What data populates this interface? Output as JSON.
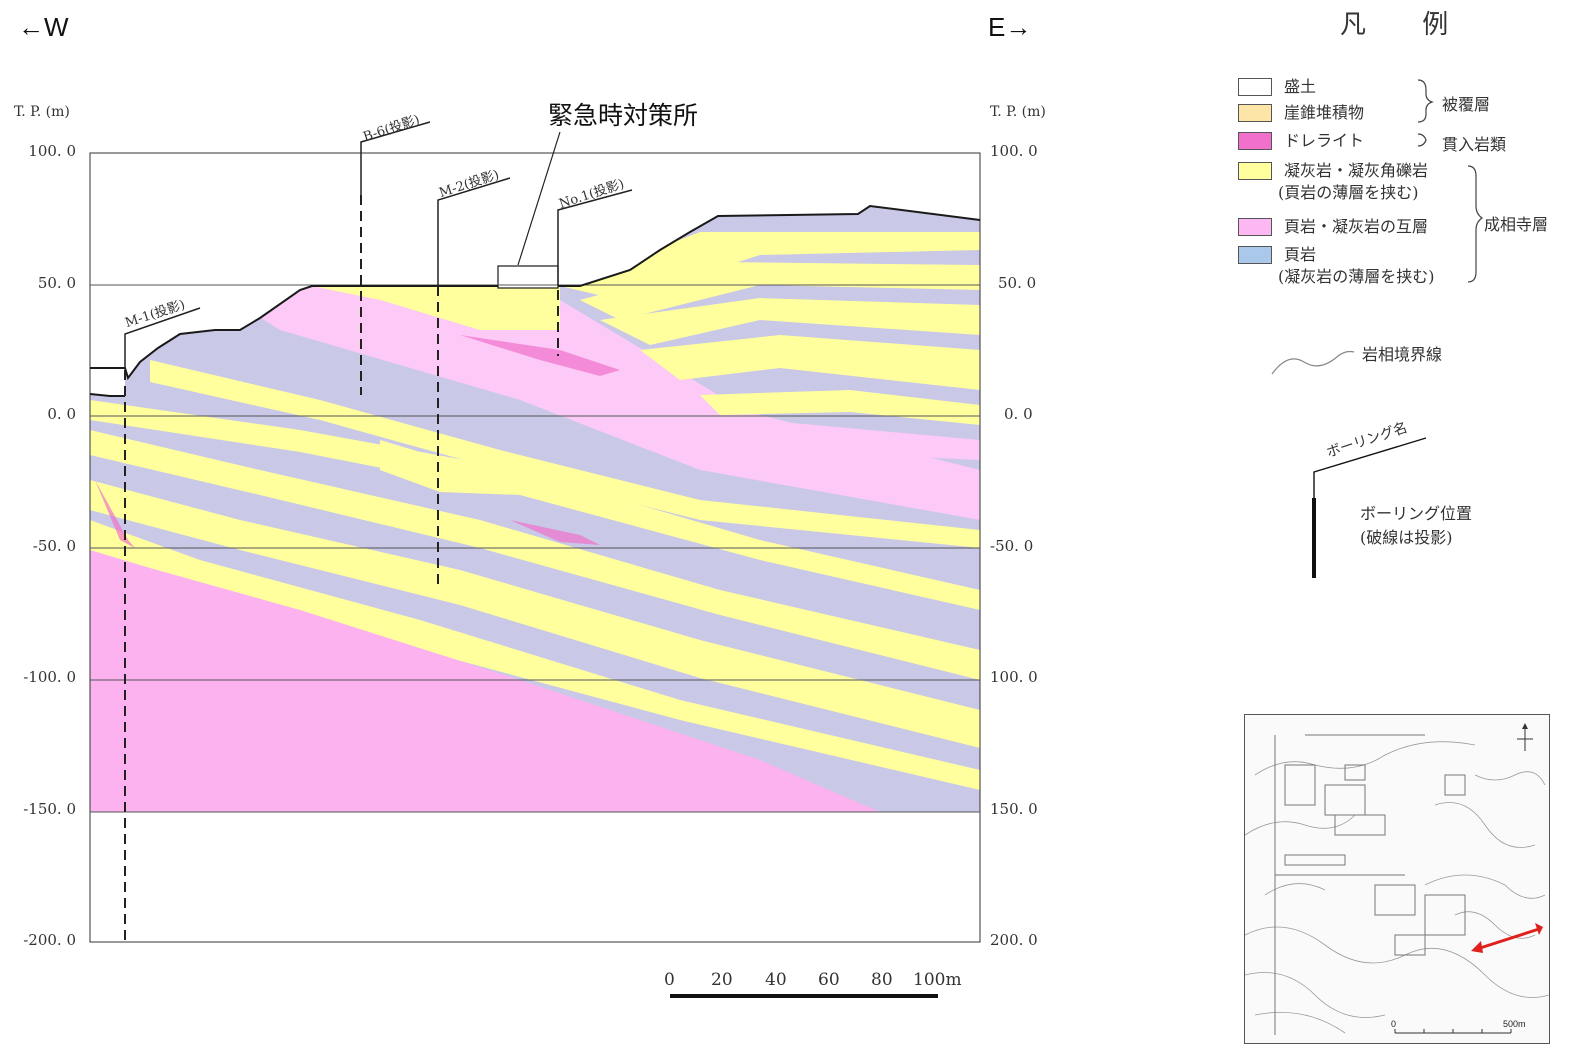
{
  "directions": {
    "west": "←W",
    "east": "E→"
  },
  "title": "緊急時対策所",
  "axis": {
    "left_title": "T. P. (m)",
    "right_title": "T. P. (m)",
    "left_ticks": [
      "100. 0",
      "50. 0",
      "0. 0",
      "-50. 0",
      "-100. 0",
      "-150. 0",
      "-200. 0"
    ],
    "right_ticks": [
      "100. 0",
      "50. 0",
      "0. 0",
      "-50. 0",
      "100. 0",
      "150. 0",
      "200. 0"
    ]
  },
  "boreholes": [
    {
      "name": "M-1(投影)"
    },
    {
      "name": "B-6(投影)"
    },
    {
      "name": "M-2(投影)"
    },
    {
      "name": "No.1(投影)"
    }
  ],
  "legend": {
    "title": "凡 例",
    "items": [
      {
        "label": "盛土",
        "color": "#ffffff"
      },
      {
        "label": "崖錐堆積物",
        "color": "#fde5a8"
      },
      {
        "label": "ドレライト",
        "color": "#f070cc"
      },
      {
        "label": "凝灰岩・凝灰角礫岩",
        "sub": "(頁岩の薄層を挟む)",
        "color": "#ffff9e"
      },
      {
        "label": "頁岩・凝灰岩の互層",
        "color": "#fdb7f2"
      },
      {
        "label": "頁岩",
        "sub": "(凝灰岩の薄層を挟む)",
        "color": "#a9c8ea"
      }
    ],
    "groups": {
      "cover": "被覆層",
      "intrusive": "貫入岩類",
      "formation": "成相寺層"
    },
    "boundary_label": "岩相境界線",
    "boring_name_label": "ボーリング名",
    "boring_position_label": "ボーリング位置",
    "boring_position_note": "(破線は投影)"
  },
  "scale_bar": {
    "ticks": [
      "0",
      "20",
      "40",
      "60",
      "80",
      "100m"
    ]
  },
  "inset_map": {
    "scale_start": "0",
    "scale_end": "500m"
  },
  "colors": {
    "tuff": "#ffff9e",
    "shale_band": "#c9c8e6",
    "shale_tuff_alt": "#fdc9f6",
    "deep_pink": "#fdb2f0",
    "dolerite": "#f070cc",
    "section_line": "#1a1a1a"
  }
}
